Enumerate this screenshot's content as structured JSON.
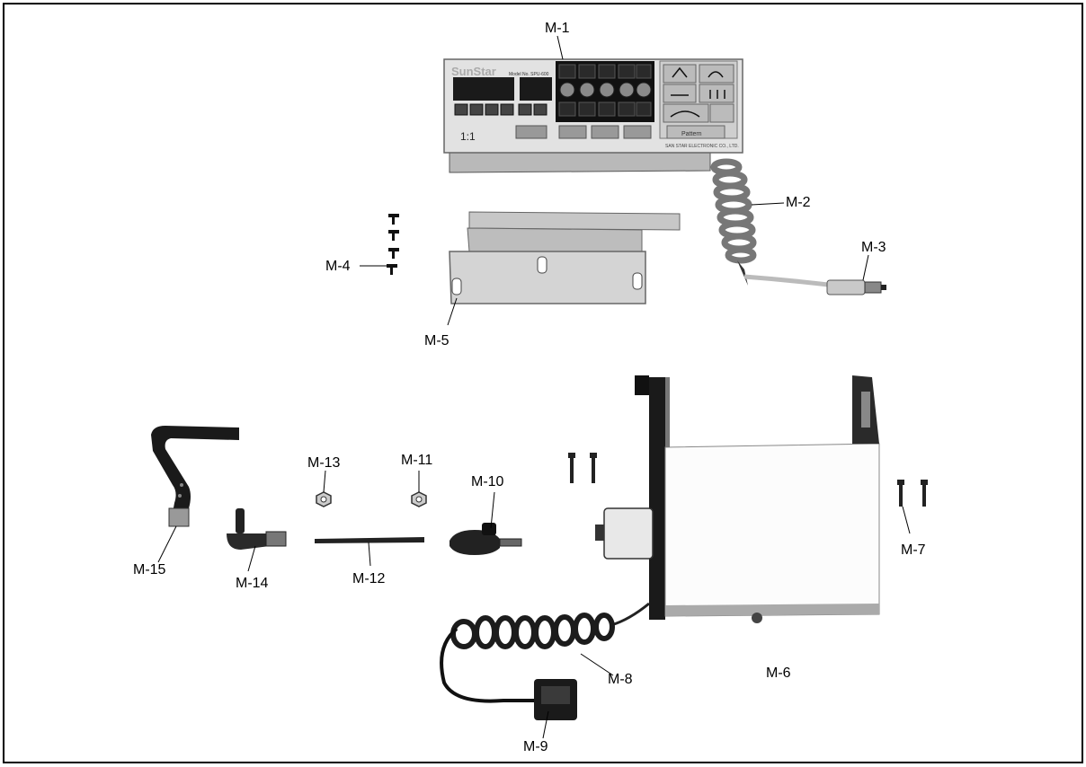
{
  "labels": {
    "m1": "M-1",
    "m2": "M-2",
    "m3": "M-3",
    "m4": "M-4",
    "m5": "M-5",
    "m6": "M-6",
    "m7": "M-7",
    "m8": "M-8",
    "m9": "M-9",
    "m10": "M-10",
    "m11": "M-11",
    "m12": "M-12",
    "m13": "M-13",
    "m14": "M-14",
    "m15": "M-15"
  },
  "panel_text": {
    "brand": "SunStar",
    "model": "Model No. SPU-600",
    "maker": "SAN STAR ELECTRONIC CO., LTD.",
    "pattern_key": "Pattern",
    "ratio": "1:1"
  }
}
